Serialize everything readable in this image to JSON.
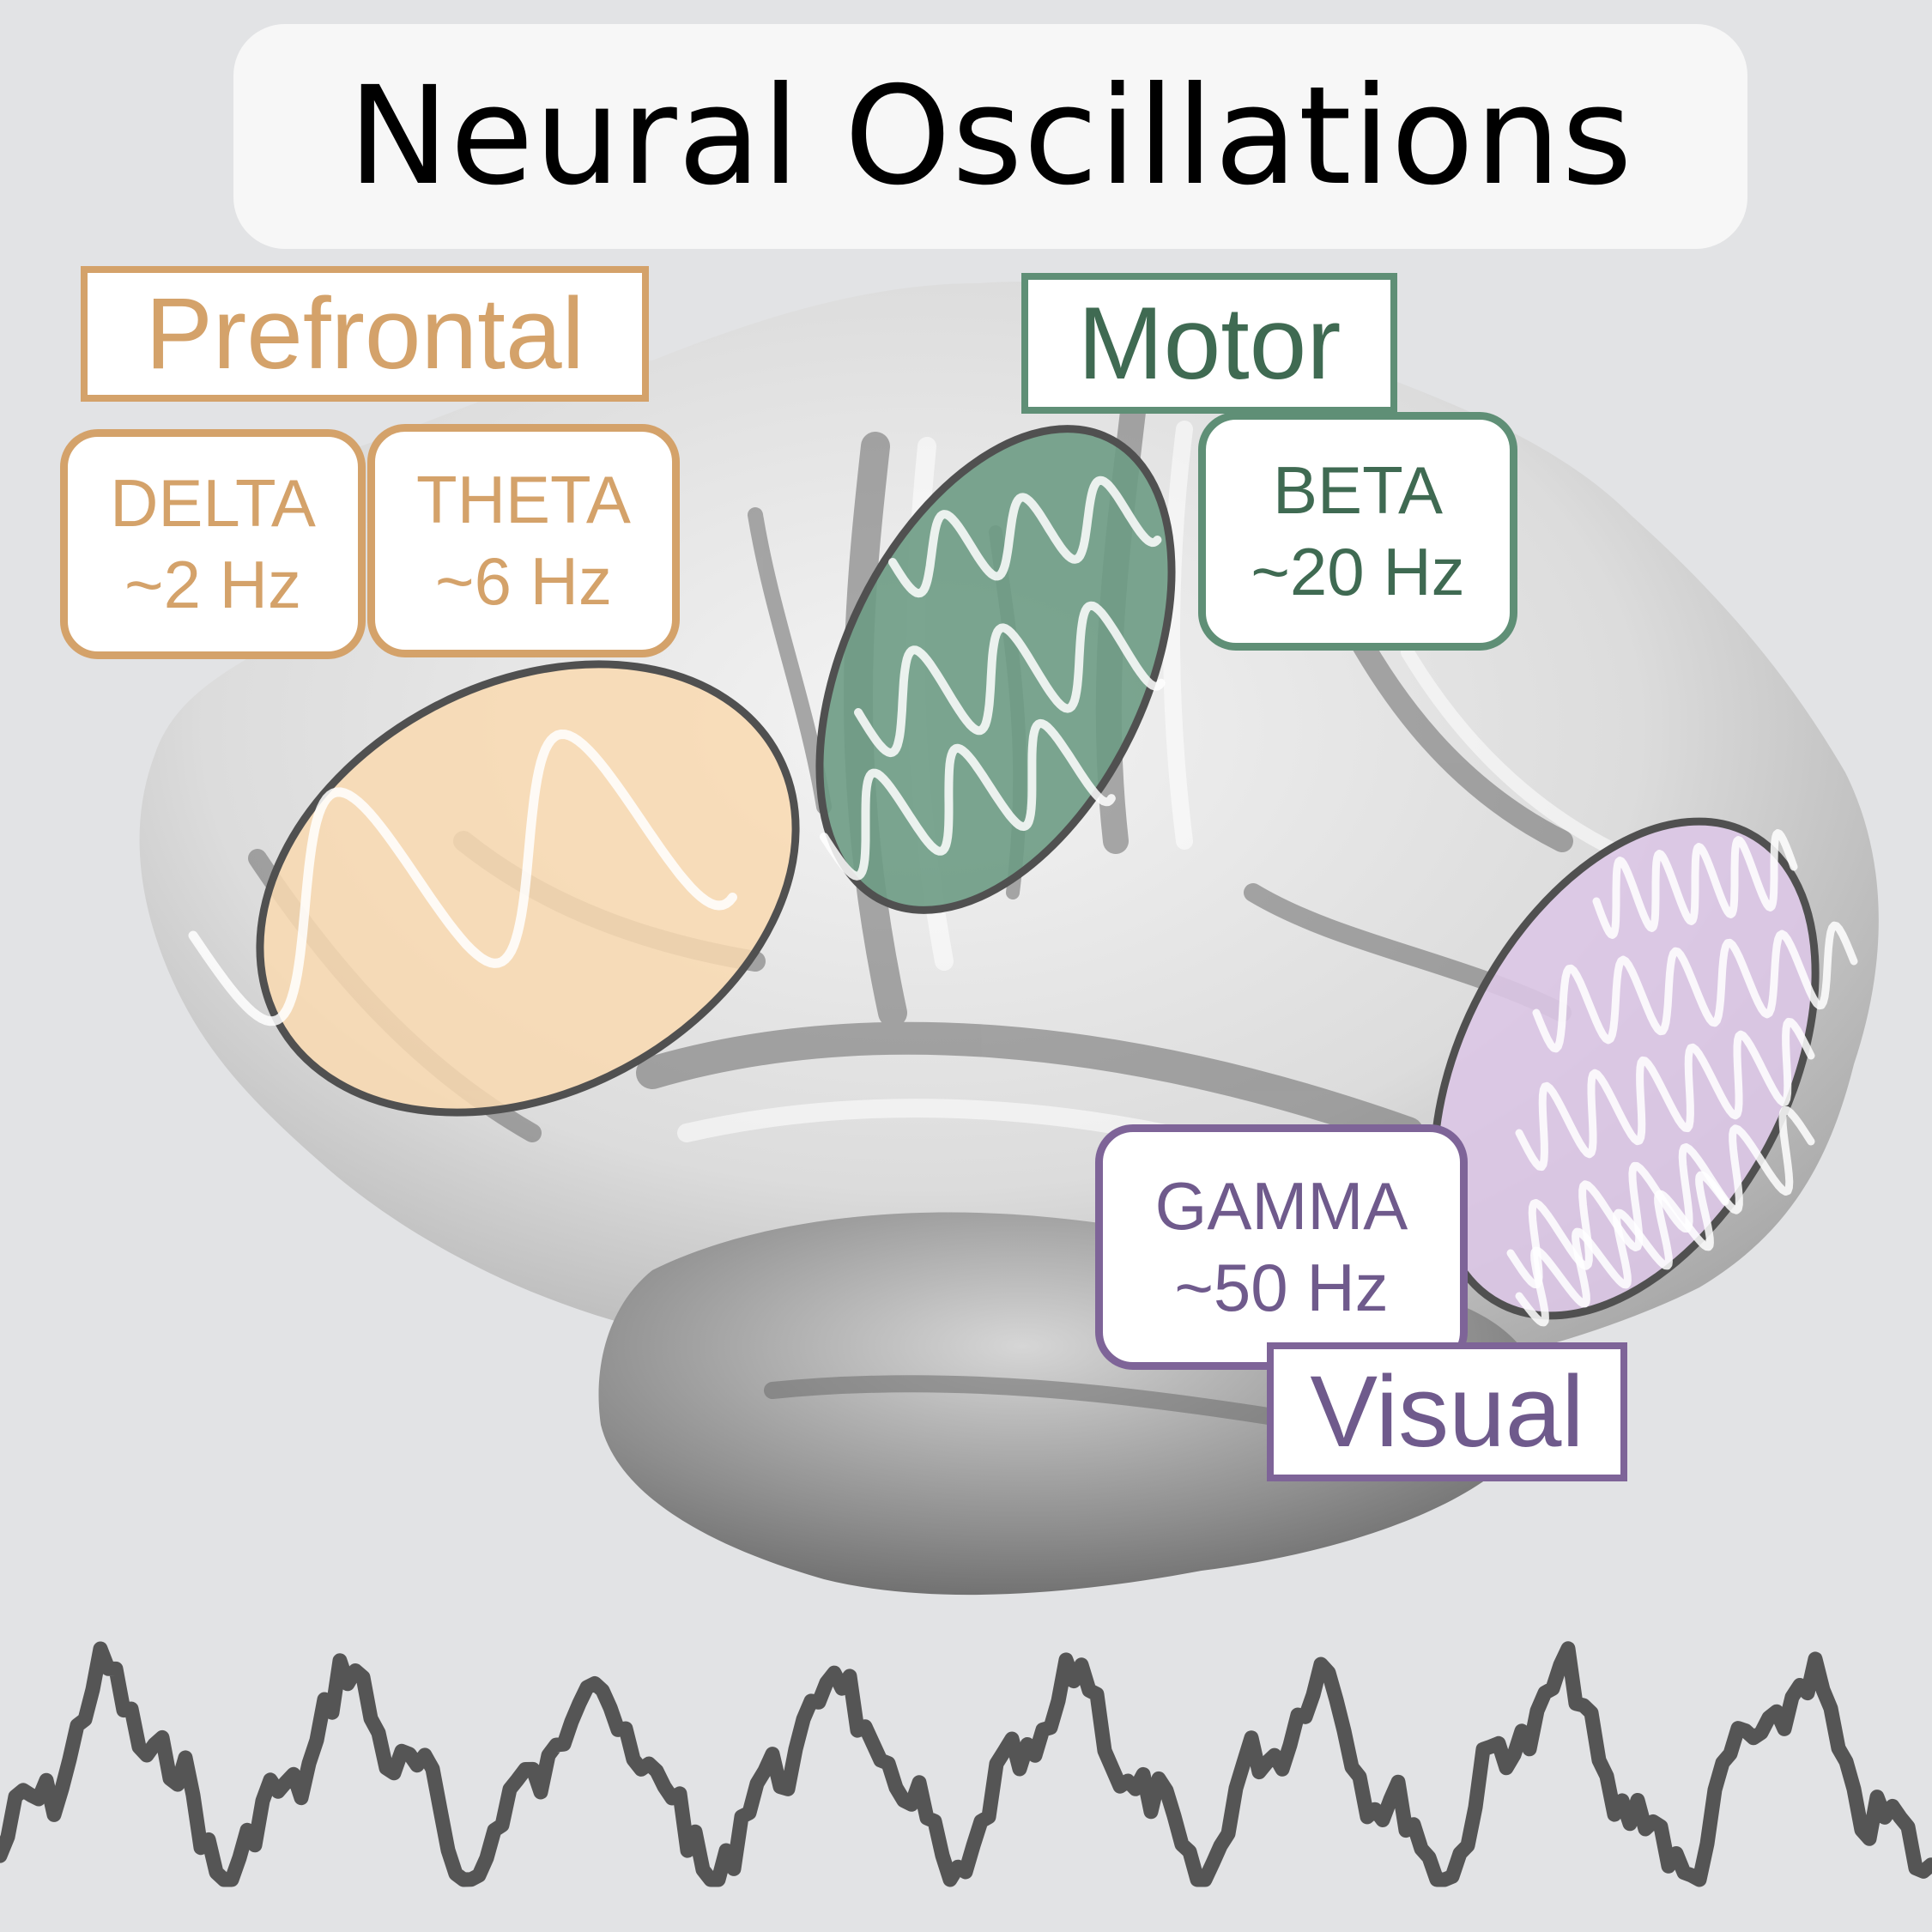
{
  "title": "Neural Oscillations",
  "colors": {
    "background": "#e2e3e5",
    "prefrontal": "#d4a26a",
    "prefrontal_fill": "#f9d9b0",
    "motor": "#5f8f76",
    "motor_text": "#3f6a52",
    "motor_fill": "#6d9b84",
    "visual": "#7e6498",
    "visual_text": "#6f5a8c",
    "visual_fill": "#dcc6e6",
    "outline": "#505050",
    "trace": "#555555",
    "wave": "#ffffff"
  },
  "regions": {
    "prefrontal": {
      "label": "Prefrontal",
      "bands": [
        {
          "name": "DELTA",
          "freq": "~2 Hz"
        },
        {
          "name": "THETA",
          "freq": "~6 Hz"
        }
      ]
    },
    "motor": {
      "label": "Motor",
      "bands": [
        {
          "name": "BETA",
          "freq": "~20 Hz"
        }
      ]
    },
    "visual": {
      "label": "Visual",
      "bands": [
        {
          "name": "GAMMA",
          "freq": "~50 Hz"
        }
      ]
    }
  },
  "icons": {
    "brain": "brain-cortex-illustration",
    "waves": "sine-wave-icon",
    "trace": "eeg-trace"
  }
}
